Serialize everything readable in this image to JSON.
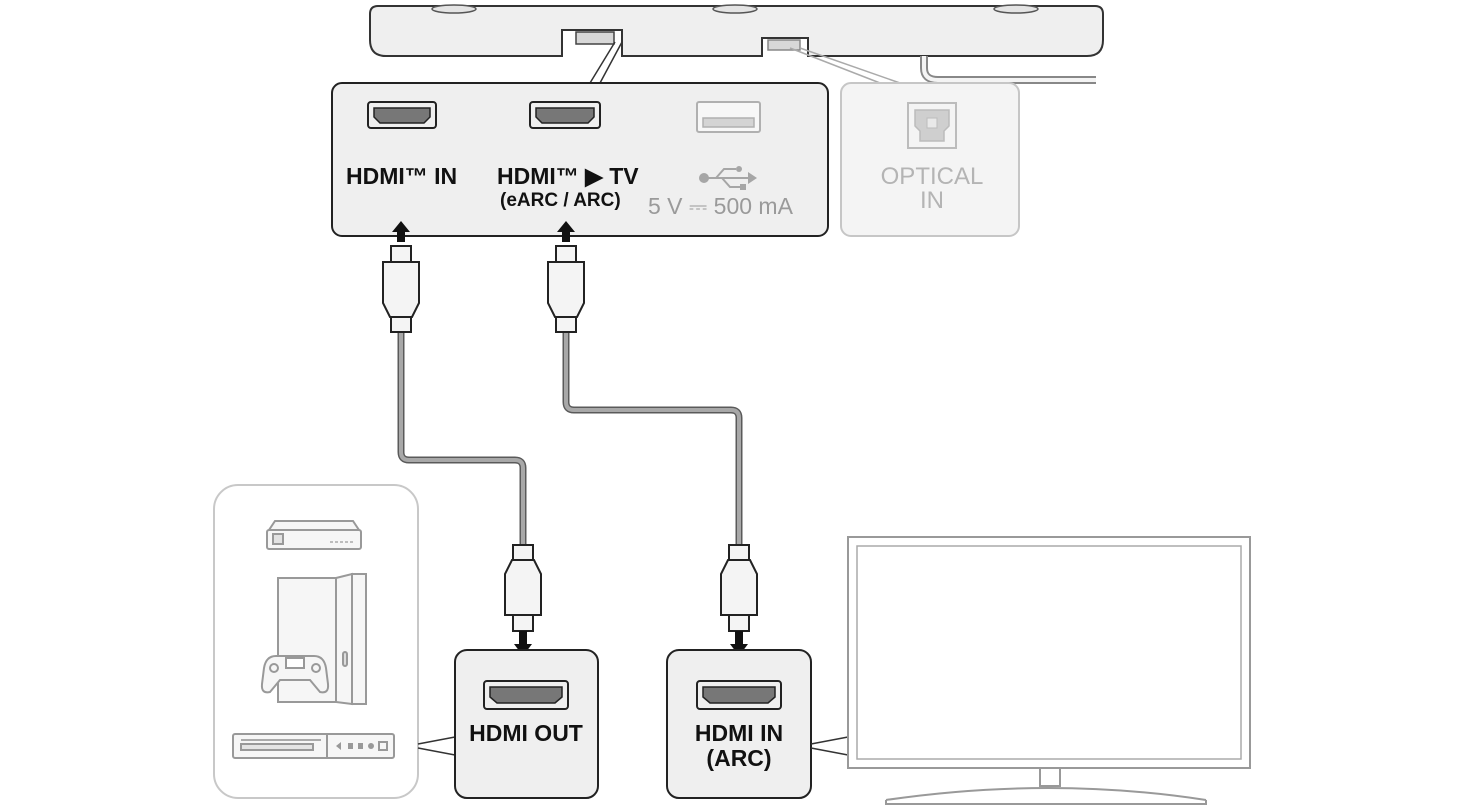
{
  "soundbar_panel": {
    "hdmi_in_label": "HDMI™ IN",
    "hdmi_tv_label": "HDMI™ ▶ TV",
    "hdmi_tv_sublabel": "(eARC / ARC)",
    "usb_rating": "5 V ⎓ 500 mA"
  },
  "optical_panel": {
    "line1": "OPTICAL",
    "line2": "IN"
  },
  "source_port": {
    "label": "HDMI OUT"
  },
  "tv_port": {
    "line1": "HDMI IN",
    "line2": "(ARC)"
  },
  "colors": {
    "panel_fill": "#efefef",
    "outline": "#222222",
    "cable": "#9c9c9c",
    "faded": "#bdbdbd"
  }
}
